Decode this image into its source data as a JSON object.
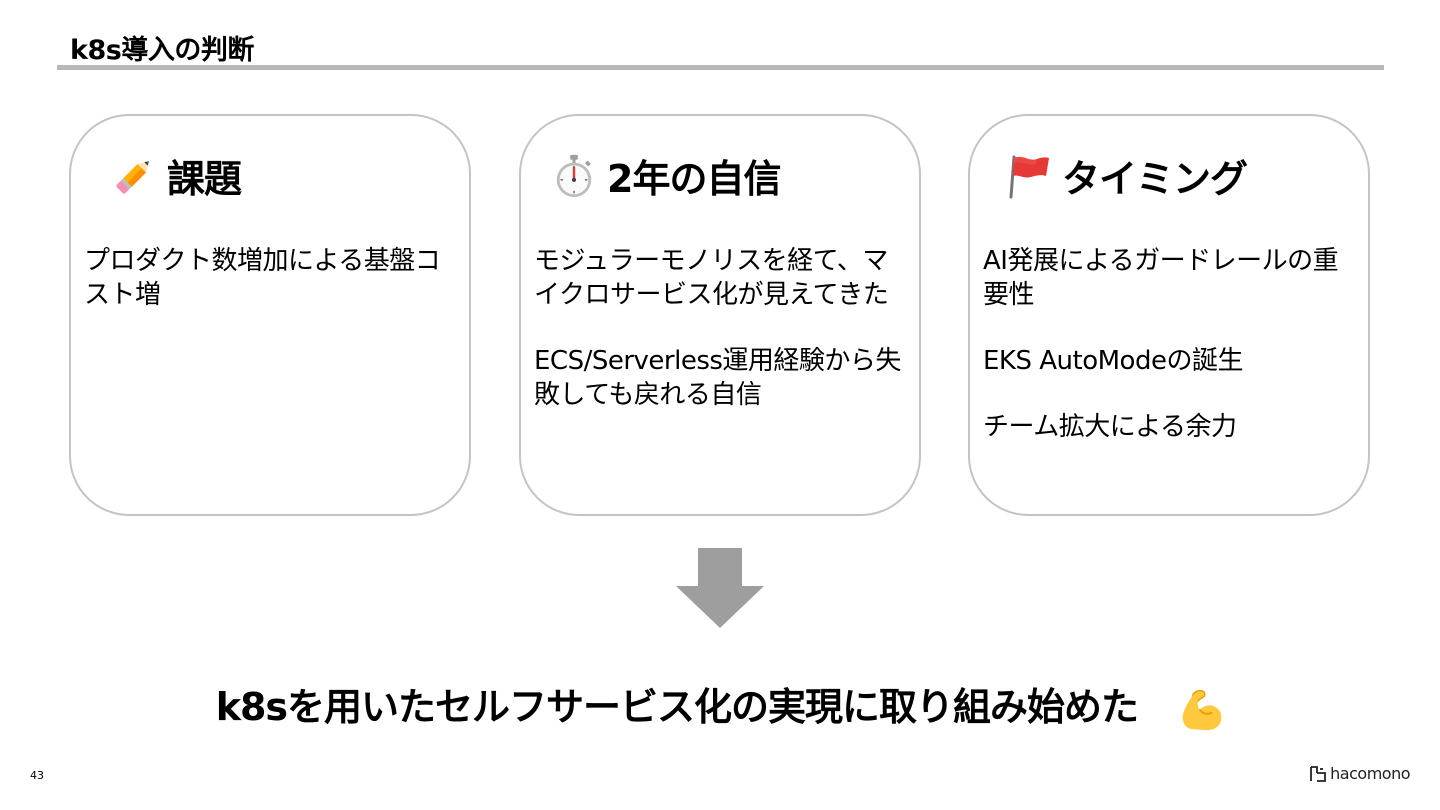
{
  "slide": {
    "title": "k8s導入の判断",
    "page_number": "43",
    "brand": "hacomono"
  },
  "cards": [
    {
      "icon": "pencil-icon",
      "heading": "課題",
      "paragraphs": [
        "プロダクト数増加による基盤コスト増"
      ]
    },
    {
      "icon": "stopwatch-icon",
      "heading": "2年の自信",
      "paragraphs": [
        "モジュラーモノリスを経て、マイクロサービス化が見えてきた",
        "ECS/Serverless運用経験から失敗しても戻れる自信"
      ]
    },
    {
      "icon": "red-flag-icon",
      "heading": "タイミング",
      "paragraphs": [
        "AI発展によるガードレールの重要性",
        "EKS AutoModeの誕生",
        "チーム拡大による余力"
      ]
    }
  ],
  "conclusion": {
    "text": "k8sを用いたセルフサービス化の実現に取り組み始めた",
    "icon": "flexed-biceps-icon"
  },
  "colors": {
    "rule": "#b7b7b7",
    "card_border": "#c4c4c4",
    "arrow": "#9e9e9e"
  }
}
